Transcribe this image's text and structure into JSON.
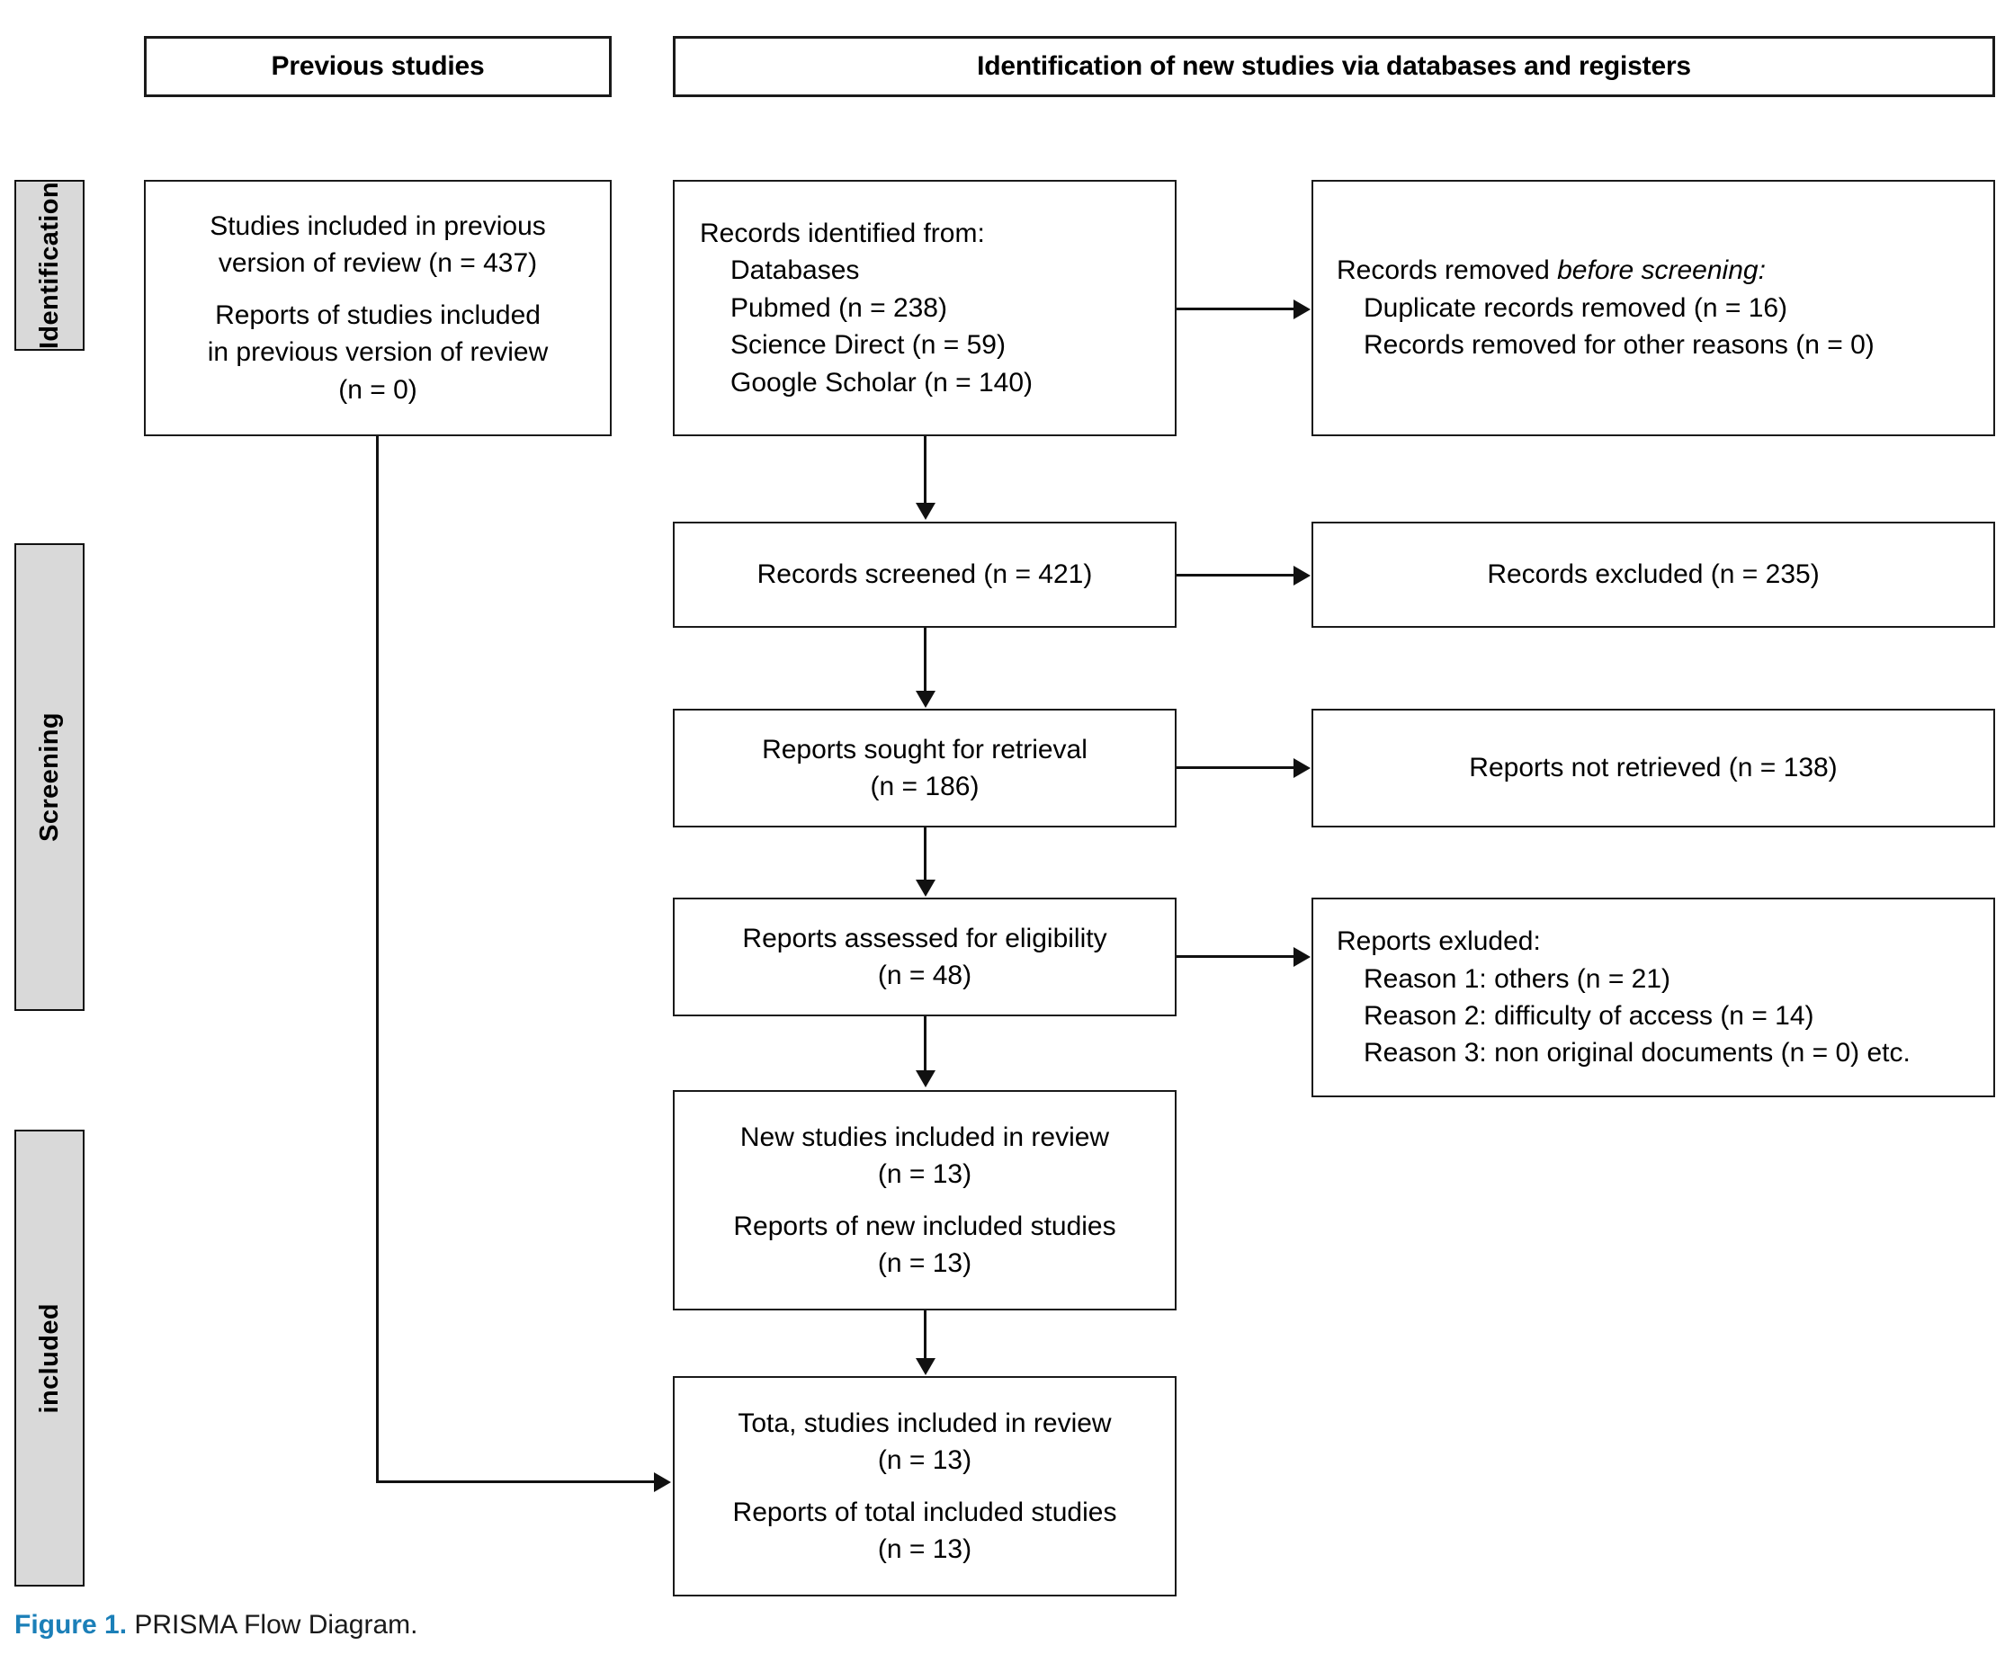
{
  "figure": {
    "label": "Figure 1.",
    "caption": "PRISMA Flow Diagram.",
    "label_color": "#1b7fb8"
  },
  "phases": [
    {
      "name": "identification",
      "label": "Identification"
    },
    {
      "name": "screening",
      "label": "Screening"
    },
    {
      "name": "included",
      "label": "included"
    }
  ],
  "headers": {
    "previous": "Previous studies",
    "new": "Identification of new studies via databases and registers"
  },
  "boxes": {
    "previous_studies": {
      "line1": "Studies included in previous",
      "line2": "version of review (n = 437)",
      "line3": "Reports of studies included",
      "line4": "in previous version of review",
      "line5": "(n = 0)"
    },
    "records_identified": {
      "line1": "Records identified from:",
      "line2": "Databases",
      "line3": "Pubmed (n = 238)",
      "line4": "Science Direct (n = 59)",
      "line5": "Google Scholar (n = 140)"
    },
    "records_removed": {
      "line1a": "Records removed ",
      "line1b": "before screening:",
      "line2": "Duplicate records removed (n = 16)",
      "line3": "Records removed for other reasons (n = 0)"
    },
    "records_screened": {
      "line1": "Records screened (n = 421)"
    },
    "records_excluded": {
      "line1": "Records excluded (n = 235)"
    },
    "reports_sought": {
      "line1": "Reports sought for retrieval",
      "line2": "(n = 186)"
    },
    "reports_not_retrieved": {
      "line1": "Reports not retrieved (n = 138)"
    },
    "reports_assessed": {
      "line1": "Reports assessed for eligibility",
      "line2": "(n = 48)"
    },
    "reports_excluded": {
      "line1": "Reports exluded:",
      "line2": "Reason 1: others (n = 21)",
      "line3": "Reason 2: difficulty of access (n = 14)",
      "line4": "Reason 3: non original documents (n = 0) etc."
    },
    "new_studies_included": {
      "line1": "New studies included in review",
      "line2": "(n = 13)",
      "line3": "Reports of new included studies",
      "line4": "(n = 13)"
    },
    "total_included": {
      "line1": "Tota, studies included in review",
      "line2": "(n = 13)",
      "line3": "Reports of total included studies",
      "line4": "(n = 13)"
    }
  },
  "colors": {
    "phase_bar_fill": "#d9d9d9",
    "border": "#1a1a1a",
    "accent": "#1b7fb8"
  }
}
